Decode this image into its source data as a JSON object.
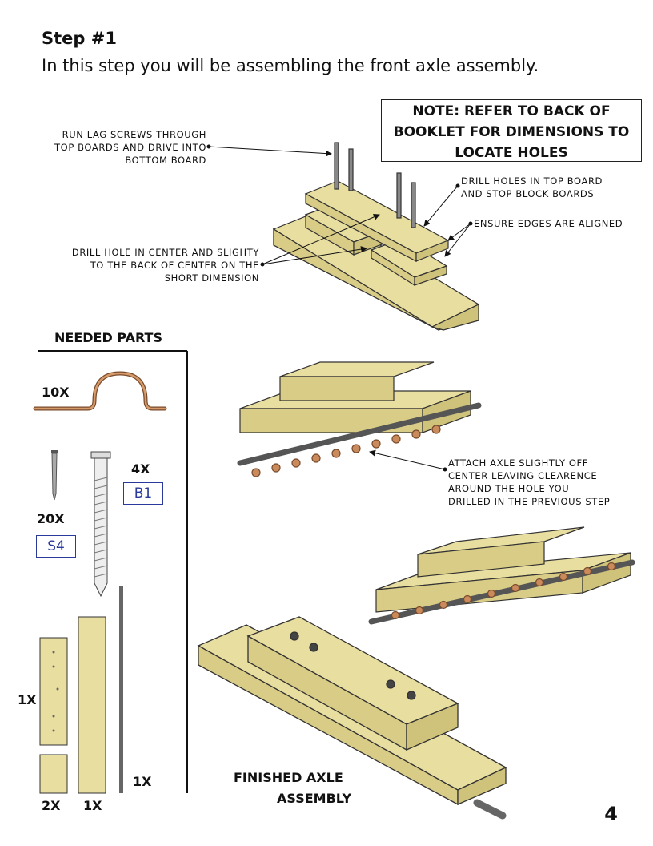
{
  "header": {
    "title": "Step #1",
    "subtitle": "In this step you will be assembling the front axle assembly."
  },
  "note": {
    "line1": "NOTE: REFER TO BACK OF",
    "line2": "BOOKLET FOR DIMENSIONS TO",
    "line3": "LOCATE HOLES"
  },
  "callouts": {
    "lag_screws": [
      "RUN LAG SCREWS  THROUGH",
      "TOP BOARDS AND DRIVE INTO",
      "BOTTOM BOARD"
    ],
    "drill_top": [
      "DRILL HOLES IN TOP BOARD",
      "AND STOP BLOCK BOARDS"
    ],
    "edges": [
      "ENSURE EDGES ARE ALIGNED"
    ],
    "drill_center": [
      "DRILL HOLE IN CENTER AND SLIGHTY",
      "TO THE BACK OF CENTER ON THE",
      "SHORT DIMENSION"
    ],
    "attach_axle": [
      "ATTACH AXLE SLIGHTLY OFF",
      "CENTER LEAVING CLEARENCE",
      "AROUND THE HOLE YOU",
      "DRILLED IN THE PREVIOUS STEP"
    ]
  },
  "parts": {
    "title": "NEEDED PARTS",
    "strap_qty": "10X",
    "screw_qty": "20X",
    "screw_code": "S4",
    "lag_qty": "4X",
    "lag_code": "B1",
    "board_long_qty": "1X",
    "block_qty": "2X",
    "board_tall_qty": "1X",
    "rod_qty": "1X"
  },
  "finished_label": [
    "FINISHED AXLE",
    "ASSEMBLY"
  ],
  "page_number": "4",
  "colors": {
    "wood": "#e8dea0",
    "wood_dark": "#cfc27a",
    "wood_side": "#d9cc86",
    "outline": "#333333",
    "strap": "#c98a5c",
    "rod": "#6f6f6f",
    "code_border": "#2a3a9a"
  }
}
